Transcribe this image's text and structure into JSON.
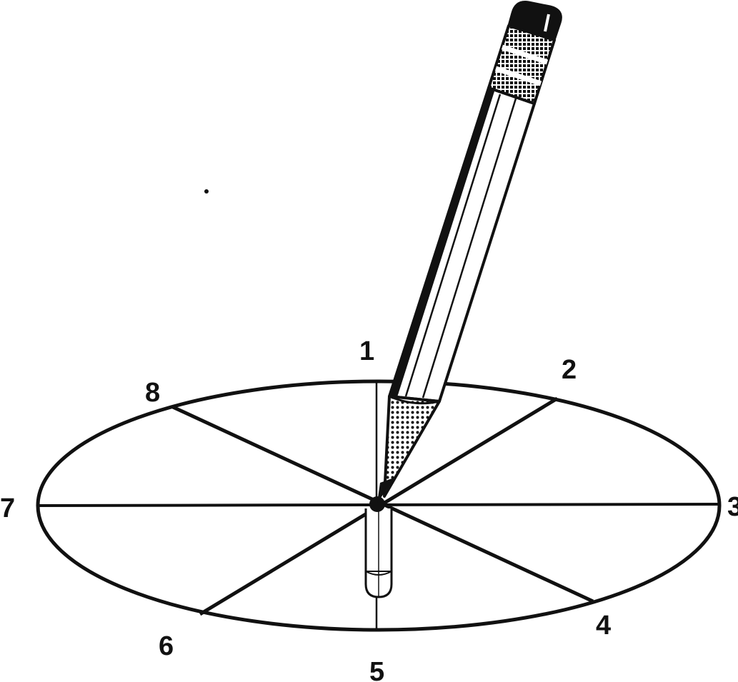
{
  "diagram": {
    "labels": [
      "1",
      "2",
      "3",
      "4",
      "5",
      "6",
      "7",
      "8"
    ]
  },
  "colors": {
    "ink": "#111111",
    "background": "#ffffff"
  },
  "icons": {
    "pencil": "pencil-icon"
  }
}
